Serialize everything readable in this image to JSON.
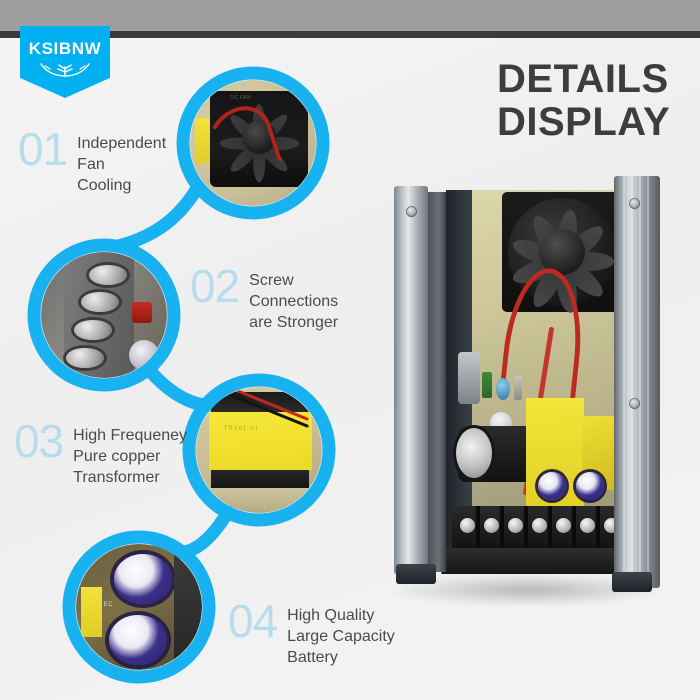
{
  "brand": {
    "name": "KSIBNW",
    "logo_shape": "shield-banner",
    "logo_icon": "wheat-sprig-icon",
    "logo_color": "#00b0f0"
  },
  "header": {
    "title_line1": "DETAILS",
    "title_line2": "DISPLAY",
    "title_color": "#3d3d3d",
    "top_band_color": "#9e9e9e",
    "top_stripe_color": "#3a3a3a"
  },
  "theme": {
    "accent": "#00b0f0",
    "number_color": "#b9dced",
    "text_color": "#4b4b4b",
    "background": "#f2f2f2"
  },
  "features": [
    {
      "number": "01",
      "lines": [
        "Independent",
        "Fan",
        "Cooling"
      ],
      "photo_name": "cooling-fan-photo",
      "photo_caption": "DC FAN"
    },
    {
      "number": "02",
      "lines": [
        "Screw",
        "Connections",
        "are Stronger"
      ],
      "photo_name": "screw-terminal-photo"
    },
    {
      "number": "03",
      "lines": [
        "High Frequeney",
        "Pure copper",
        "Transformer"
      ],
      "photo_name": "transformer-photo",
      "photo_caption": "TRX61-01"
    },
    {
      "number": "04",
      "lines": [
        "High Quality",
        "Large Capacity",
        "Battery"
      ],
      "photo_name": "capacitor-photo",
      "photo_caption": "EC"
    }
  ],
  "product": {
    "name": "switching-power-supply-open-frame",
    "terminal_count": 7
  }
}
